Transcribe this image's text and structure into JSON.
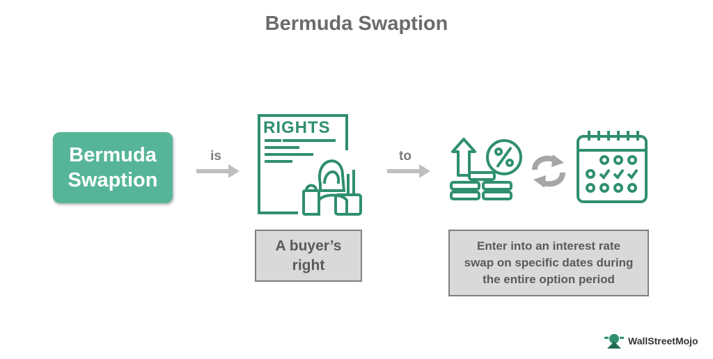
{
  "title": "Bermuda Swaption",
  "main_box": {
    "line1": "Bermuda",
    "line2": "Swaption"
  },
  "connectors": {
    "first": "is",
    "second": "to"
  },
  "rights_icon_text": "RIGHTS",
  "box_right": {
    "line1": "A buyer’s",
    "line2": "right"
  },
  "box_swap": {
    "line1": "Enter into an interest rate",
    "line2": "swap on specific dates during",
    "line3": "the entire option period"
  },
  "brand": {
    "name": "WallStreetMojo"
  },
  "colors": {
    "accent": "#56b598",
    "icon": "#2f8f70",
    "arrow": "#bfbfbf",
    "box_fill": "#d9d9d9"
  },
  "icons": [
    "rights-document-icon",
    "percent-growth-icon",
    "exchange-arrows-icon",
    "calendar-icon",
    "brand-logo-icon"
  ]
}
